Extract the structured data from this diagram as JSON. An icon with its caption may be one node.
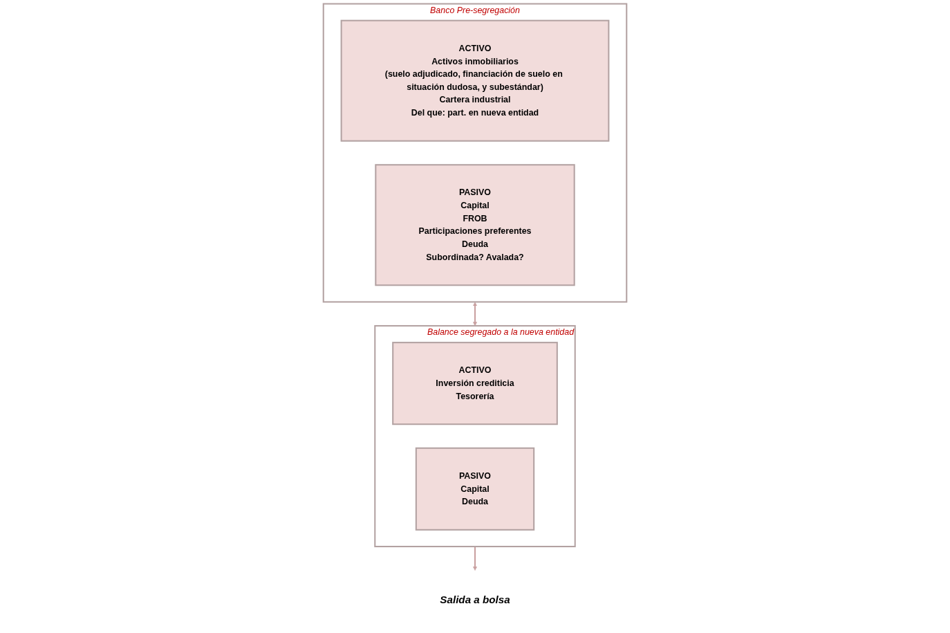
{
  "diagram": {
    "nodes": [
      {
        "text": [
          "Banco Pre-segregación"
        ]
      },
      {
        "text": [
          "ACTIVO",
          "Activos inmobiliarios",
          "(suelo adjudicado, financiación de suelo en situación dudosa, y subestándar)",
          "Cartera industrial",
          "Del que: part. en nueva entidad"
        ],
        "in": 0
      },
      {
        "text": [
          "PASIVO",
          "Capital",
          "FROB",
          "Participaciones preferentes",
          "Deuda",
          "Subordinada? Avalada?"
        ],
        "in": 0
      },
      {
        "text": [
          "Balance segregado a la nueva entidad"
        ]
      },
      {
        "text": [
          "ACTIVO",
          "Inversión crediticia",
          "Tesorería"
        ],
        "in": 3
      },
      {
        "text": [
          "PASIVO",
          "Capital",
          "Deuda"
        ],
        "in": 3
      },
      {
        "text": [
          "Salida a bolsa"
        ]
      }
    ],
    "edges": [
      {
        "from": 0,
        "to": 3,
        "arrow": "both"
      },
      {
        "from": 3,
        "to": 6,
        "arrow": "to"
      }
    ]
  }
}
